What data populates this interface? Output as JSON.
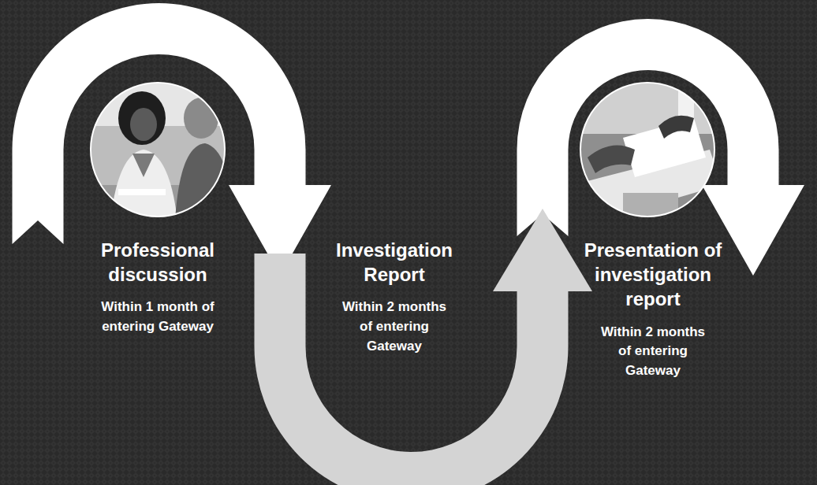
{
  "diagram": {
    "nodes": [
      {
        "text": [
          "Professional discussion",
          "Within 1 month of entering Gateway"
        ]
      },
      {
        "text": [
          "Investigation Report",
          "Within 2 months of entering Gateway"
        ]
      },
      {
        "text": [
          "Presentation of investigation report",
          "Within 2 months of entering Gateway"
        ]
      }
    ]
  }
}
